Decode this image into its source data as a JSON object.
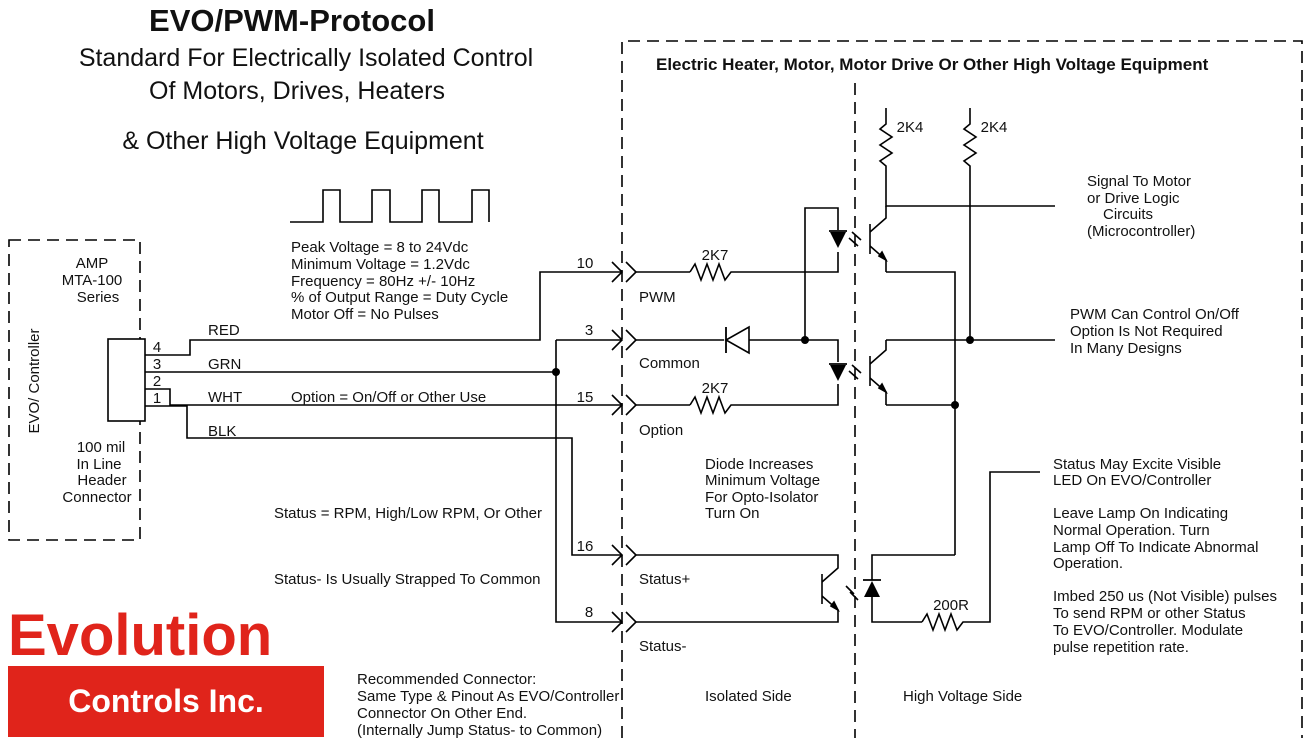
{
  "title": "EVO/PWM-Protocol",
  "subtitle": {
    "line1": "Standard For Electrically Isolated Control",
    "line2": "Of Motors, Drives, Heaters",
    "line3": "& Other High Voltage Equipment"
  },
  "equipment_header": "Electric Heater, Motor, Motor Drive Or Other High Voltage Equipment",
  "controller_box": {
    "amp_lines": [
      "AMP",
      "MTA-100",
      "Series"
    ],
    "vertical_label": "EVO/ Controller",
    "header_lines": [
      "100 mil",
      "In Line",
      "Header",
      "Connector"
    ]
  },
  "controller_pins": [
    "4",
    "3",
    "2",
    "1"
  ],
  "wire_colors": [
    "RED",
    "GRN",
    "WHT",
    "BLK"
  ],
  "pwm_spec_lines": [
    "Peak Voltage = 8 to 24Vdc",
    "Minimum Voltage = 1.2Vdc",
    "Frequency = 80Hz +/- 10Hz",
    "% of Output Range = Duty Cycle",
    "Motor Off = No Pulses"
  ],
  "option_wire_label": "Option = On/Off or Other Use",
  "status_note": "Status = RPM, High/Low RPM, Or Other",
  "status_minus_note": "Status-  Is Usually Strapped To Common",
  "connector_pins": [
    "10",
    "3",
    "15",
    "16",
    "8"
  ],
  "connector_labels": [
    "PWM",
    "Common",
    "Option",
    "Status+",
    "Status-"
  ],
  "resistors": {
    "pwm": "2K7",
    "option": "2K7",
    "pullup_left": "2K4",
    "pullup_right": "2K4",
    "status": "200R"
  },
  "diode_note_lines": [
    "Diode  Increases",
    "Minimum Voltage",
    "For Opto-Isolator",
    "Turn On"
  ],
  "signal_note_lines": [
    "Signal To Motor",
    "or Drive Logic",
    "Circuits",
    "(Microcontroller)"
  ],
  "pwm_onoff_note_lines": [
    "PWM Can Control On/Off",
    "Option Is Not Required",
    "In Many Designs"
  ],
  "status_led_note_lines": [
    "Status May Excite Visible",
    "LED On EVO/Controller"
  ],
  "lamp_note_lines": [
    "Leave Lamp On Indicating",
    "Normal Operation.  Turn",
    "Lamp Off To Indicate Abnormal",
    "Operation."
  ],
  "imbed_note_lines": [
    "Imbed 250 us (Not Visible) pulses",
    "To send RPM or other Status",
    "To EVO/Controller.  Modulate",
    "pulse repetition rate."
  ],
  "connector_note_lines": [
    "Recommended Connector:",
    "Same Type & Pinout As EVO/Controller",
    "Connector On Other End.",
    "(Internally Jump Status- to Common)"
  ],
  "isolated_side": "Isolated Side",
  "high_voltage_side": "High Voltage Side",
  "logo": {
    "line1": "Evolution",
    "line2": "Controls Inc.",
    "brand_color": "#e0241b"
  },
  "icons": [
    "square-wave-icon",
    "diode-icon",
    "resistor-icon",
    "optocoupler-icon",
    "connector-icon"
  ]
}
